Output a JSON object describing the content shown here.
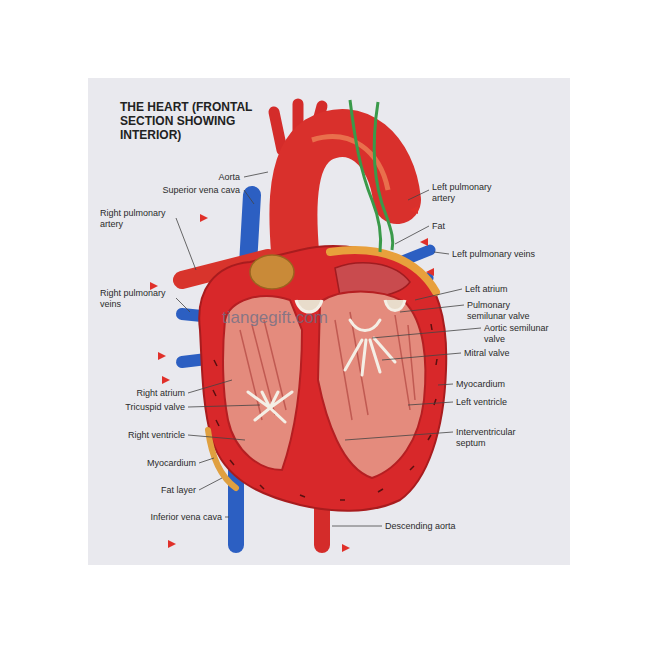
{
  "diagram": {
    "title": "THE HEART (FRONTAL SECTION SHOWING INTERIOR)",
    "labels": [
      "Aorta",
      "Superior vena cava",
      "Right pulmonary artery",
      "Right pulmonary veins",
      "Right atrium",
      "Tricuspid valve",
      "Right ventricle",
      "Myocardium",
      "Fat layer",
      "Inferior vena cava",
      "Left pulmonary artery",
      "Fat",
      "Left pulmonary veins",
      "Left atrium",
      "Pulmonary semilunar valve",
      "Aortic semilunar valve",
      "Mitral valve",
      "Myocardium",
      "Left ventricle",
      "Interventricular septum",
      "Descending aorta",
      "tiangegift.com"
    ]
  }
}
